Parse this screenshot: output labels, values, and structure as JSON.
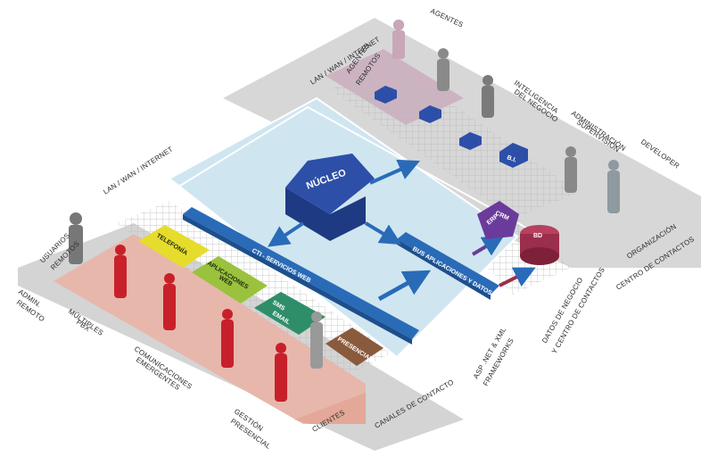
{
  "labels": {
    "agentes": "AGENTES",
    "agentes_remotos_1": "AGENTES",
    "agentes_remotos_2": "REMOTOS",
    "lan_wan_top": "LAN / WAN / INTERNET",
    "lan_wan_left": "LAN / WAN / INTERNET",
    "inteligencia_1": "INTELIGENCIA",
    "inteligencia_2": "DEL NEGOCIO",
    "admin_sup_1": "ADMINISTRACIÓN",
    "admin_sup_2": "SUPERVISIÓN",
    "developer": "DEVELOPER",
    "organizacion": "ORGANIZACIÓN",
    "centro_contactos": "CENTRO DE CONTACTOS",
    "datos_negocio_1": "DATOS DE NEGOCIO",
    "datos_negocio_2": "Y CENTRO DE CONTACTOS",
    "asp_1": "ASP .NET & XML",
    "asp_2": "FRAMEWORKS",
    "canales": "CANALES DE CONTACTO",
    "clientes": "CLIENTES",
    "gestion_1": "GESTIÓN",
    "gestion_2": "PRESENCIAL",
    "comunicaciones_1": "COMUNICACIONES",
    "comunicaciones_2": "EMERGENTES",
    "multiples_1": "MÚLTIPLES",
    "multiples_2": "PBX",
    "admin_remoto_1": "ADMIN.",
    "admin_remoto_2": "REMOTO",
    "usuarios_1": "USUARIOS",
    "usuarios_2": "REMOTOS",
    "nucleo": "NÚCLEO",
    "cti": "CTI - SERVICIOS WEB",
    "bus": "BUS APLICACIONES Y DATOS",
    "crm": "CRM",
    "erp": "ERP",
    "bd": "BD",
    "bi": "B.I.",
    "telefonia": "TELEFONÍA",
    "aplicaciones_1": "APLICACIONES",
    "aplicaciones_2": "WEB",
    "sms": "SMS",
    "email": "EMAIL",
    "presencial": "PRESENCIAL"
  },
  "colors": {
    "platform_blue": "#cfe6f1",
    "bus_blue": "#2a6bb8",
    "nucleo_blue": "#2d4fa8",
    "gray_band": "#c9c9c9",
    "pink_band": "#e7b7ac",
    "mauve_band": "#cdb3c2",
    "telefonia_yellow": "#e6dc2c",
    "aplicaciones_green": "#9ac23c",
    "sms_green": "#2f8e6a",
    "presencial_brown": "#8a5a3c",
    "crm_purple": "#6b3b9b",
    "bd_maroon": "#9b2e4c",
    "client_red": "#c8202a"
  }
}
